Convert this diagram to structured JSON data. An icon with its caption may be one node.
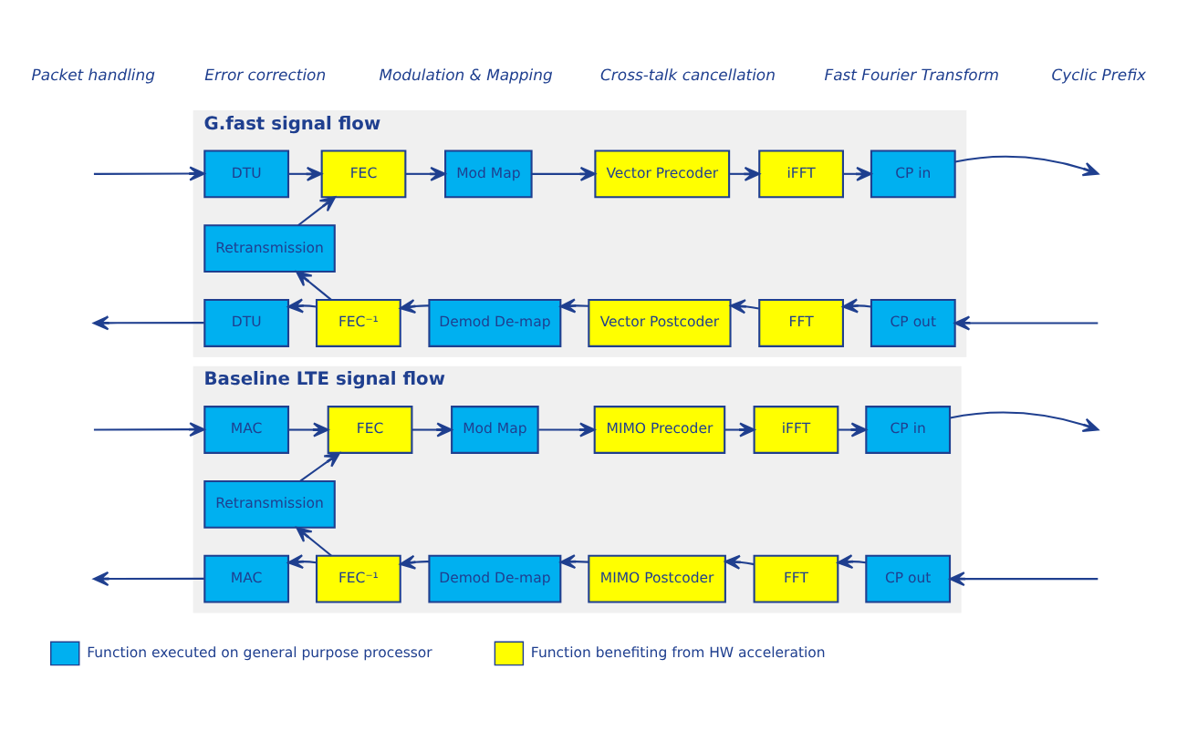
{
  "diagram": {
    "nodes": [
      {
        "text": [
          "G.fast signal flow"
        ]
      },
      {
        "text": [
          "DTU"
        ],
        "in": 0
      },
      {
        "text": [
          "FEC"
        ],
        "in": 0
      },
      {
        "text": [
          "Mod Map"
        ],
        "in": 0
      },
      {
        "text": [
          "Vector Precoder"
        ],
        "in": 0
      },
      {
        "text": [
          "iFFT"
        ],
        "in": 0
      },
      {
        "text": [
          "CP in"
        ],
        "in": 0
      },
      {
        "text": [
          "Retransmission"
        ],
        "in": 0
      },
      {
        "text": [
          "DTU"
        ],
        "in": 0
      },
      {
        "text": [
          "FEC⁻¹"
        ],
        "in": 0
      },
      {
        "text": [
          "Demod De-map"
        ],
        "in": 0
      },
      {
        "text": [
          "Vector Postcoder"
        ],
        "in": 0
      },
      {
        "text": [
          "FFT"
        ],
        "in": 0
      },
      {
        "text": [
          "CP out"
        ],
        "in": 0
      },
      {
        "text": [
          "Baseline LTE signal flow"
        ]
      },
      {
        "text": [
          "MAC"
        ],
        "in": 14
      },
      {
        "text": [
          "FEC"
        ],
        "in": 14
      },
      {
        "text": [
          "Mod Map"
        ],
        "in": 14
      },
      {
        "text": [
          "MIMO Precoder"
        ],
        "in": 14
      },
      {
        "text": [
          "iFFT"
        ],
        "in": 14
      },
      {
        "text": [
          "CP in"
        ],
        "in": 14
      },
      {
        "text": [
          "Retransmission"
        ],
        "in": 14
      },
      {
        "text": [
          "MAC"
        ],
        "in": 14
      },
      {
        "text": [
          "FEC⁻¹"
        ],
        "in": 14
      },
      {
        "text": [
          "Demod De-map"
        ],
        "in": 14
      },
      {
        "text": [
          "MIMO Postcoder"
        ],
        "in": 14
      },
      {
        "text": [
          "FFT"
        ],
        "in": 14
      },
      {
        "text": [
          "CP out"
        ],
        "in": 14
      }
    ],
    "edges": [
      {
        "from": null,
        "to": 1,
        "arrow": "to"
      },
      {
        "from": 1,
        "to": 2,
        "arrow": "to"
      },
      {
        "from": 2,
        "to": 3,
        "arrow": "to"
      },
      {
        "from": 3,
        "to": 4,
        "arrow": "to"
      },
      {
        "from": 4,
        "to": 5,
        "arrow": "to"
      },
      {
        "from": 5,
        "to": 6,
        "arrow": "to"
      },
      {
        "from": 6,
        "to": null,
        "arrow": "to"
      },
      {
        "from": null,
        "to": 13,
        "arrow": "to"
      },
      {
        "from": 13,
        "to": 12,
        "arrow": "to"
      },
      {
        "from": 12,
        "to": 11,
        "arrow": "to"
      },
      {
        "from": 11,
        "to": 10,
        "arrow": "to"
      },
      {
        "from": 10,
        "to": 9,
        "arrow": "to"
      },
      {
        "from": 9,
        "to": 8,
        "arrow": "to"
      },
      {
        "from": 8,
        "to": null,
        "arrow": "to"
      },
      {
        "from": 9,
        "to": 7,
        "arrow": "to"
      },
      {
        "from": 7,
        "to": 2,
        "arrow": "to"
      },
      {
        "from": null,
        "to": 15,
        "arrow": "to"
      },
      {
        "from": 15,
        "to": 16,
        "arrow": "to"
      },
      {
        "from": 16,
        "to": 17,
        "arrow": "to"
      },
      {
        "from": 17,
        "to": 18,
        "arrow": "to"
      },
      {
        "from": 18,
        "to": 19,
        "arrow": "to"
      },
      {
        "from": 19,
        "to": 20,
        "arrow": "to"
      },
      {
        "from": 20,
        "to": null,
        "arrow": "to"
      },
      {
        "from": null,
        "to": 27,
        "arrow": "to"
      },
      {
        "from": 27,
        "to": 26,
        "arrow": "to"
      },
      {
        "from": 26,
        "to": 25,
        "arrow": "to"
      },
      {
        "from": 25,
        "to": 24,
        "arrow": "to"
      },
      {
        "from": 24,
        "to": 23,
        "arrow": "to"
      },
      {
        "from": 23,
        "to": 22,
        "arrow": "to"
      },
      {
        "from": 22,
        "to": null,
        "arrow": "to"
      },
      {
        "from": 23,
        "to": 21,
        "arrow": "to"
      },
      {
        "from": 21,
        "to": 16,
        "arrow": "to"
      }
    ],
    "labels": [
      "Packet handling",
      "Error correction",
      "Modulation & Mapping",
      "Cross-talk cancellation",
      "Fast Fourier Transform",
      "Cyclic Prefix"
    ],
    "legend": [
      {
        "text": "Function executed on general purpose processor",
        "color": "#00b0f0"
      },
      {
        "text": "Function benefiting from HW acceleration",
        "color": "#ffff00"
      }
    ]
  }
}
